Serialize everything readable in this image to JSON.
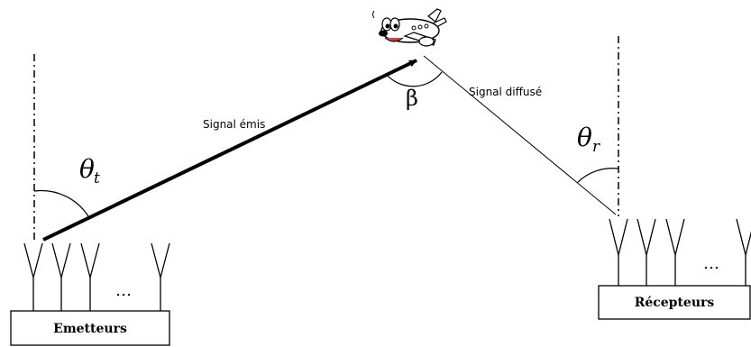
{
  "labels": {
    "signal_emis": "Signal émis",
    "signal_diffuse": "Signal  diffusé",
    "theta_t": "θ",
    "theta_t_sub": "t",
    "theta_r": "θ",
    "theta_r_sub": "r",
    "beta": "β",
    "emetteurs": "Emetteurs",
    "recepteurs": "Récepteurs",
    "ellipsis_tx": "…",
    "ellipsis_rx": "…"
  },
  "icons": {
    "aircraft": "cartoon-airplane-icon",
    "antenna": "antenna-icon"
  }
}
